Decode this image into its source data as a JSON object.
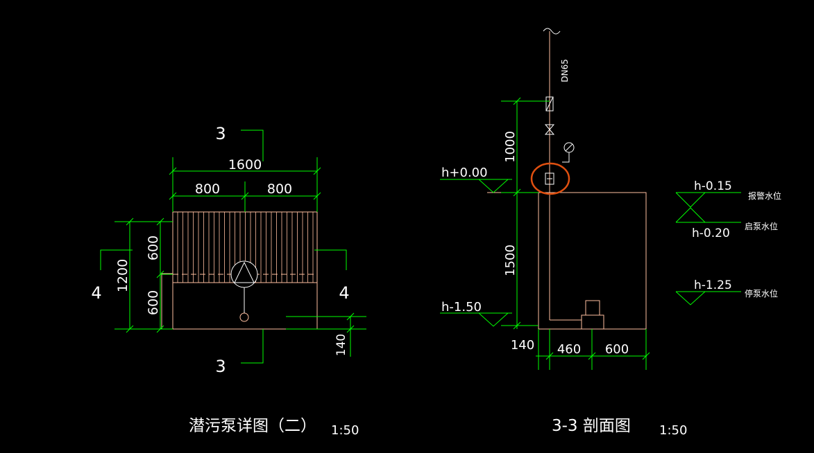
{
  "left": {
    "dim_total": "1600",
    "dim_half_left": "800",
    "dim_half_right": "800",
    "dim_height_total": "1200",
    "dim_upper": "600",
    "dim_lower": "600",
    "dim_bottom": "140",
    "section_top": "3",
    "section_bottom": "3",
    "section_left": "4",
    "section_right": "4",
    "title": "潜污泵详图（二）",
    "scale": "1:50"
  },
  "right": {
    "pipe_label": "DN65",
    "dim_1000": "1000",
    "dim_1500": "1500",
    "dim_140": "140",
    "dim_460": "460",
    "dim_600": "600",
    "level_top": "h+0.00",
    "level_bottom": "h-1.50",
    "level_alarm": "h-0.15",
    "level_alarm_label": "报警水位",
    "level_start": "h-0.20",
    "level_start_label": "启泵水位",
    "level_stop": "h-1.25",
    "level_stop_label": "停泵水位",
    "title": "3-3 剖面图",
    "scale": "1:50"
  },
  "colors": {
    "background": "#000000",
    "dimension": "#00ff00",
    "wall": "#ffbfa0",
    "text": "#ffffff",
    "highlight": "#e05010"
  }
}
